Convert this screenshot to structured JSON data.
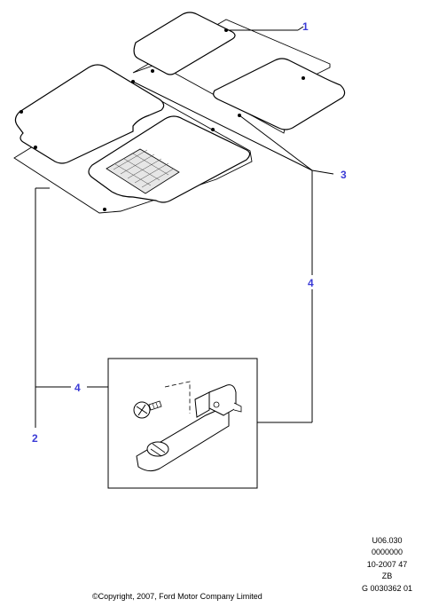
{
  "callouts": {
    "c1": "1",
    "c2": "2",
    "c3": "3",
    "c4_right": "4",
    "c4_left": "4"
  },
  "meta": {
    "line1": "U06.030",
    "line2": "0000000",
    "line3": "10-2007 47",
    "line4": "ZB",
    "line5": "G 0030362 01"
  },
  "copyright": "©Copyright, 2007, Ford Motor Company Limited",
  "colors": {
    "callout": "#3b3bd6",
    "line": "#000000"
  }
}
